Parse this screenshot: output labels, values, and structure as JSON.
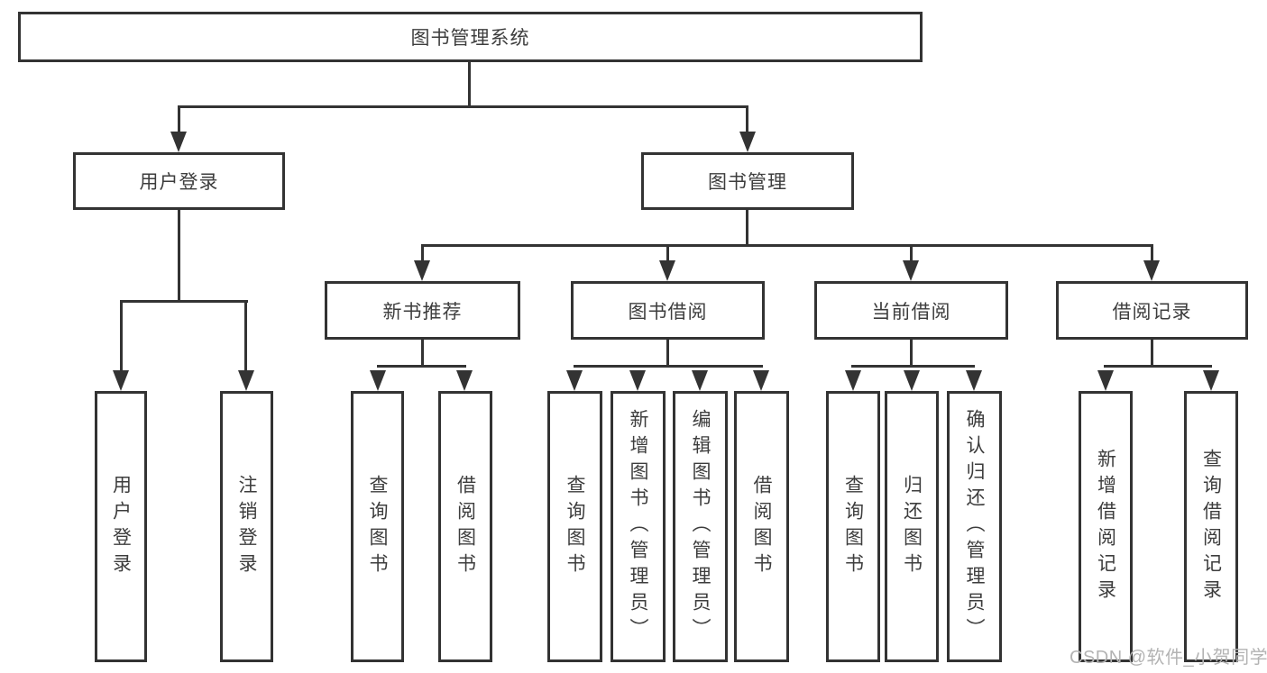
{
  "colors": {
    "line": "#333333",
    "text": "#3d3d3d",
    "watermark": "#b3b3b3",
    "bg": "#ffffff"
  },
  "watermark": {
    "text": "CSDN @软件_小贺同学"
  },
  "tree": {
    "root": {
      "label": "图书管理系统",
      "children": [
        {
          "label": "用户登录",
          "children": [
            {
              "label": "用户登录"
            },
            {
              "label": "注销登录"
            }
          ]
        },
        {
          "label": "图书管理",
          "children": [
            {
              "label": "新书推荐",
              "children": [
                {
                  "label": "查询图书"
                },
                {
                  "label": "借阅图书"
                }
              ]
            },
            {
              "label": "图书借阅",
              "children": [
                {
                  "label": "查询图书"
                },
                {
                  "label": "新增图书（管理员）"
                },
                {
                  "label": "编辑图书（管理员）"
                },
                {
                  "label": "借阅图书"
                }
              ]
            },
            {
              "label": "当前借阅",
              "children": [
                {
                  "label": "查询图书"
                },
                {
                  "label": "归还图书"
                },
                {
                  "label": "确认归还（管理员）"
                }
              ]
            },
            {
              "label": "借阅记录",
              "children": [
                {
                  "label": "新增借阅记录"
                },
                {
                  "label": "查询借阅记录"
                }
              ]
            }
          ]
        }
      ]
    }
  }
}
